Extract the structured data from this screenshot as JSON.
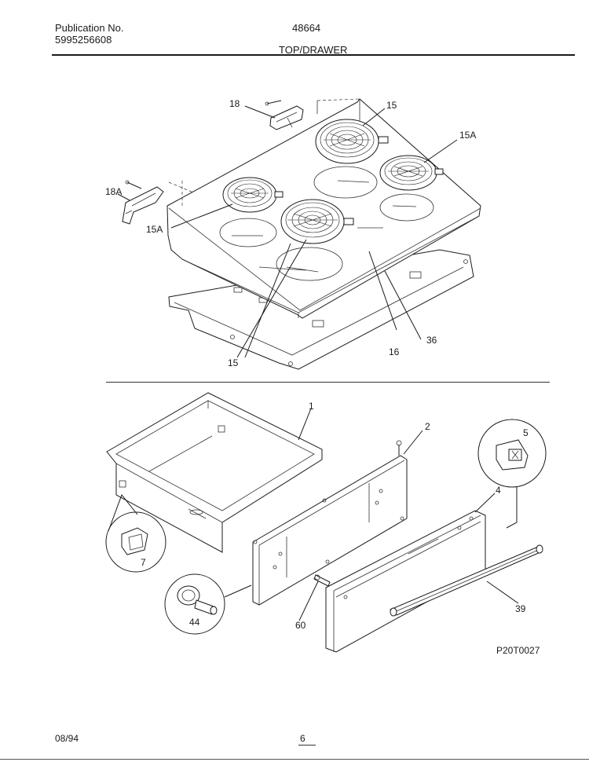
{
  "header": {
    "publication_label": "Publication No.",
    "publication_number": "5995256608",
    "model": "48664",
    "section_title": "TOP/DRAWER"
  },
  "footer": {
    "date": "08/94",
    "page": "6"
  },
  "figure_code": "P20T0027",
  "callouts": {
    "c18": "18",
    "c15_top": "15",
    "c15a_right": "15A",
    "c18a": "18A",
    "c15a_left": "15A",
    "c15_bottom": "15",
    "c16": "16",
    "c36": "36",
    "c1": "1",
    "c2": "2",
    "c5": "5",
    "c4": "4",
    "c7": "7",
    "c44": "44",
    "c60": "60",
    "c39": "39"
  }
}
